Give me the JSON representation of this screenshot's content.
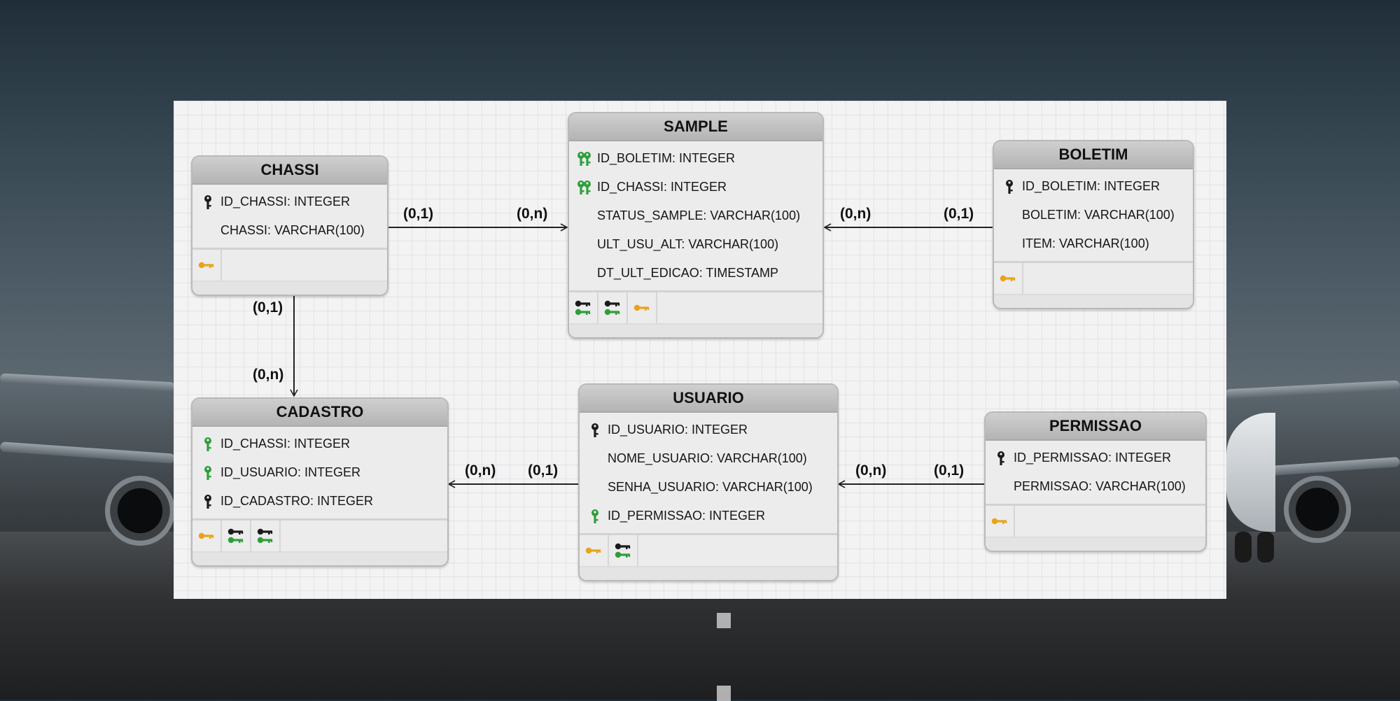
{
  "entities": {
    "sample": {
      "title": "SAMPLE",
      "attributes": [
        {
          "text": "ID_BOLETIM: INTEGER",
          "icon": "pk-fk-icon"
        },
        {
          "text": "ID_CHASSI: INTEGER",
          "icon": "pk-fk-icon"
        },
        {
          "text": "STATUS_SAMPLE: VARCHAR(100)",
          "icon": ""
        },
        {
          "text": "ULT_USU_ALT: VARCHAR(100)",
          "icon": ""
        },
        {
          "text": "DT_ULT_EDICAO: TIMESTAMP",
          "icon": ""
        }
      ],
      "key_icons": [
        "foreign-key-pair-icon",
        "foreign-key-pair-icon",
        "primary-key-icon"
      ]
    },
    "chassi": {
      "title": "CHASSI",
      "attributes": [
        {
          "text": "ID_CHASSI: INTEGER",
          "icon": "primary-key-icon"
        },
        {
          "text": "CHASSI: VARCHAR(100)",
          "icon": ""
        }
      ],
      "key_icons": [
        "primary-key-icon"
      ]
    },
    "boletim": {
      "title": "BOLETIM",
      "attributes": [
        {
          "text": "ID_BOLETIM: INTEGER",
          "icon": "primary-key-icon"
        },
        {
          "text": "BOLETIM: VARCHAR(100)",
          "icon": ""
        },
        {
          "text": "ITEM: VARCHAR(100)",
          "icon": ""
        }
      ],
      "key_icons": [
        "primary-key-icon"
      ]
    },
    "cadastro": {
      "title": "CADASTRO",
      "attributes": [
        {
          "text": "ID_CHASSI: INTEGER",
          "icon": "foreign-key-icon"
        },
        {
          "text": "ID_USUARIO: INTEGER",
          "icon": "foreign-key-icon"
        },
        {
          "text": "ID_CADASTRO: INTEGER",
          "icon": "primary-key-icon"
        }
      ],
      "key_icons": [
        "primary-key-icon",
        "foreign-key-pair-icon",
        "foreign-key-pair-icon"
      ]
    },
    "usuario": {
      "title": "USUARIO",
      "attributes": [
        {
          "text": "ID_USUARIO: INTEGER",
          "icon": "primary-key-icon"
        },
        {
          "text": "NOME_USUARIO: VARCHAR(100)",
          "icon": ""
        },
        {
          "text": "SENHA_USUARIO: VARCHAR(100)",
          "icon": ""
        },
        {
          "text": "ID_PERMISSAO: INTEGER",
          "icon": "foreign-key-icon"
        }
      ],
      "key_icons": [
        "primary-key-icon",
        "foreign-key-pair-icon"
      ]
    },
    "permissao": {
      "title": "PERMISSAO",
      "attributes": [
        {
          "text": "ID_PERMISSAO: INTEGER",
          "icon": "primary-key-icon"
        },
        {
          "text": "PERMISSAO: VARCHAR(100)",
          "icon": ""
        }
      ],
      "key_icons": [
        "primary-key-icon"
      ]
    }
  },
  "relationships": [
    {
      "from": "CHASSI",
      "to": "SAMPLE",
      "from_card": "(0,1)",
      "to_card": "(0,n)"
    },
    {
      "from": "BOLETIM",
      "to": "SAMPLE",
      "from_card": "(0,1)",
      "to_card": "(0,n)"
    },
    {
      "from": "CHASSI",
      "to": "CADASTRO",
      "from_card": "(0,1)",
      "to_card": "(0,n)"
    },
    {
      "from": "USUARIO",
      "to": "CADASTRO",
      "from_card": "(0,1)",
      "to_card": "(0,n)"
    },
    {
      "from": "PERMISSAO",
      "to": "USUARIO",
      "from_card": "(0,1)",
      "to_card": "(0,n)"
    }
  ],
  "colors": {
    "primary_key": "#1a1a1a",
    "foreign_key": "#2e9e3a",
    "index_key": "#e8a317"
  }
}
